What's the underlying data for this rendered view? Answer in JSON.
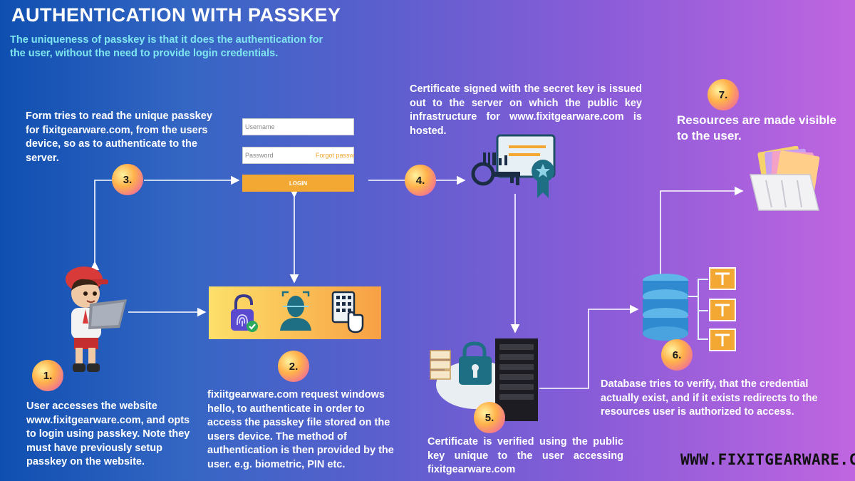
{
  "title": "AUTHENTICATION WITH PASSKEY",
  "subtitle": "The uniqueness of passkey is that it does the authentication for the user, without the need to provide login credentials.",
  "login_form": {
    "username_placeholder": "Username",
    "password_placeholder": "Password",
    "forgot_label": "Forgot password",
    "login_label": "LOGIN"
  },
  "steps": [
    {
      "number": "1.",
      "text": "User accesses the website www.fixitgearware.com, and opts to login using passkey. Note they must have previously setup passkey on the website."
    },
    {
      "number": "2.",
      "text": "fixiitgearware.com request windows hello, to authenticate in order to access the passkey file stored on the users device. The method of authentication is then provided by the user. e.g. biometric, PIN etc."
    },
    {
      "number": "3.",
      "text": "Form tries to read the  unique passkey for fixitgearware.com, from the users device, so as to authenticate to the server."
    },
    {
      "number": "4.",
      "text": "Certificate  signed with the  secret key is issued out to the server on which the public key infrastructure for www.fixitgearware.com is hosted."
    },
    {
      "number": "5.",
      "text": "Certificate is verified using the public key unique to the user accessing fixitgearware.com"
    },
    {
      "number": "6.",
      "text": "Database tries to verify, that the credential actually exist, and if it exists redirects to the resources user is authorized to access."
    },
    {
      "number": "7.",
      "text": "Resources are made visible to the user."
    }
  ],
  "icons": {
    "user": "person-laptop-icon",
    "fingerprint": "fingerprint-lock-icon",
    "face": "face-scan-icon",
    "pin": "pin-keypad-icon",
    "certificate": "certificate-key-icon",
    "server": "server-icon",
    "lock": "lock-shield-icon",
    "database": "database-icon",
    "folders": "folders-icon"
  },
  "brand": "WWW.FIXITGEARWARE.COM"
}
